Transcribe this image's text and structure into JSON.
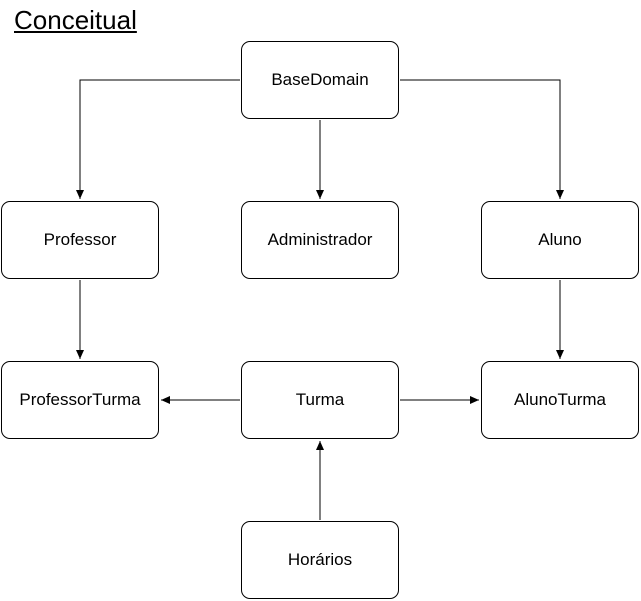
{
  "title": "Conceitual",
  "nodes": {
    "base_domain": "BaseDomain",
    "professor": "Professor",
    "administrador": "Administrador",
    "aluno": "Aluno",
    "professor_turma": "ProfessorTurma",
    "turma": "Turma",
    "aluno_turma": "AlunoTurma",
    "horarios": "Horários"
  },
  "edges": [
    {
      "from": "BaseDomain",
      "to": "Professor"
    },
    {
      "from": "BaseDomain",
      "to": "Administrador"
    },
    {
      "from": "BaseDomain",
      "to": "Aluno"
    },
    {
      "from": "Professor",
      "to": "ProfessorTurma"
    },
    {
      "from": "Aluno",
      "to": "AlunoTurma"
    },
    {
      "from": "Turma",
      "to": "ProfessorTurma"
    },
    {
      "from": "Turma",
      "to": "AlunoTurma"
    },
    {
      "from": "Horários",
      "to": "Turma"
    }
  ]
}
